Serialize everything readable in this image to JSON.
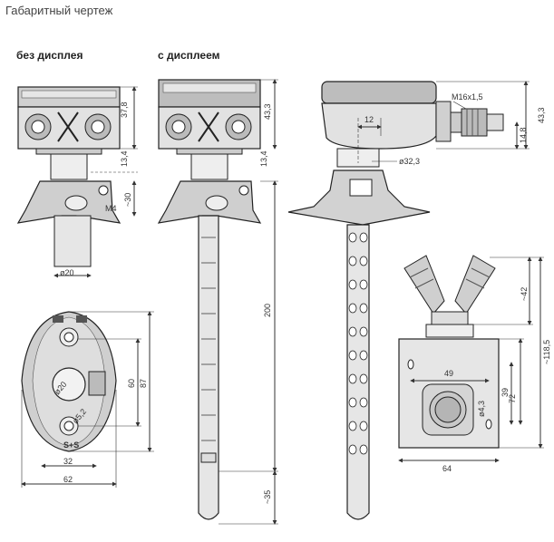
{
  "title": "Габаритный чертеж",
  "labels": {
    "no_display": "без дисплея",
    "with_display": "с дисплеем"
  },
  "dims": {
    "d37_8": "37,8",
    "d13_4a": "13,4",
    "d30": "~30",
    "m4": "M4",
    "d20a": "ø20",
    "d43_3a": "43,3",
    "d13_4b": "13,4",
    "d200": "200",
    "d35": "~35",
    "d12": "12",
    "m16": "M16x1,5",
    "d43_3b": "43,3",
    "d14_8": "14,8",
    "d32_3": "ø32,3",
    "d42": "~42",
    "d118_5": "~118,5",
    "d49": "49",
    "d39": "39",
    "d72": "72",
    "d4_3": "ø4,3",
    "d64": "64",
    "d60": "60",
    "d87": "87",
    "d20b": "ø20",
    "d5_2": "ø5,2",
    "d32": "32",
    "d62": "62"
  },
  "brand": "S+S",
  "colors": {
    "housing": "#d9d9d9",
    "dark": "#3a3a3a",
    "probe": "#e6e6e6",
    "line": "#222222"
  }
}
